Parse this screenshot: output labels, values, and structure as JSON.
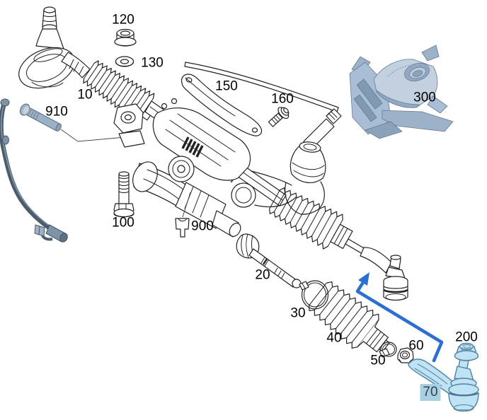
{
  "labels": {
    "10": "10",
    "20": "20",
    "30": "30",
    "40": "40",
    "50": "50",
    "60": "60",
    "70": "70",
    "100": "100",
    "120": "120",
    "130": "130",
    "150": "150",
    "160": "160",
    "200": "200",
    "300": "300",
    "900": "900",
    "910": "910"
  },
  "selection": {
    "selected_label": "70",
    "highlighted_refs": [
      "70",
      "200"
    ]
  },
  "colors": {
    "background": "#ffffff",
    "line_art": "#212121",
    "arrow_blue": "#2c6fd2",
    "highlight_fill": "#bfe3f5",
    "highlight_stroke": "#4f83a0",
    "selected_label_bg": "#a9cfe3",
    "rendered_part_gray": "#9db1c6",
    "cable_dark": "#4b5c6d",
    "heat_shield_gray": "#a9bed6"
  }
}
